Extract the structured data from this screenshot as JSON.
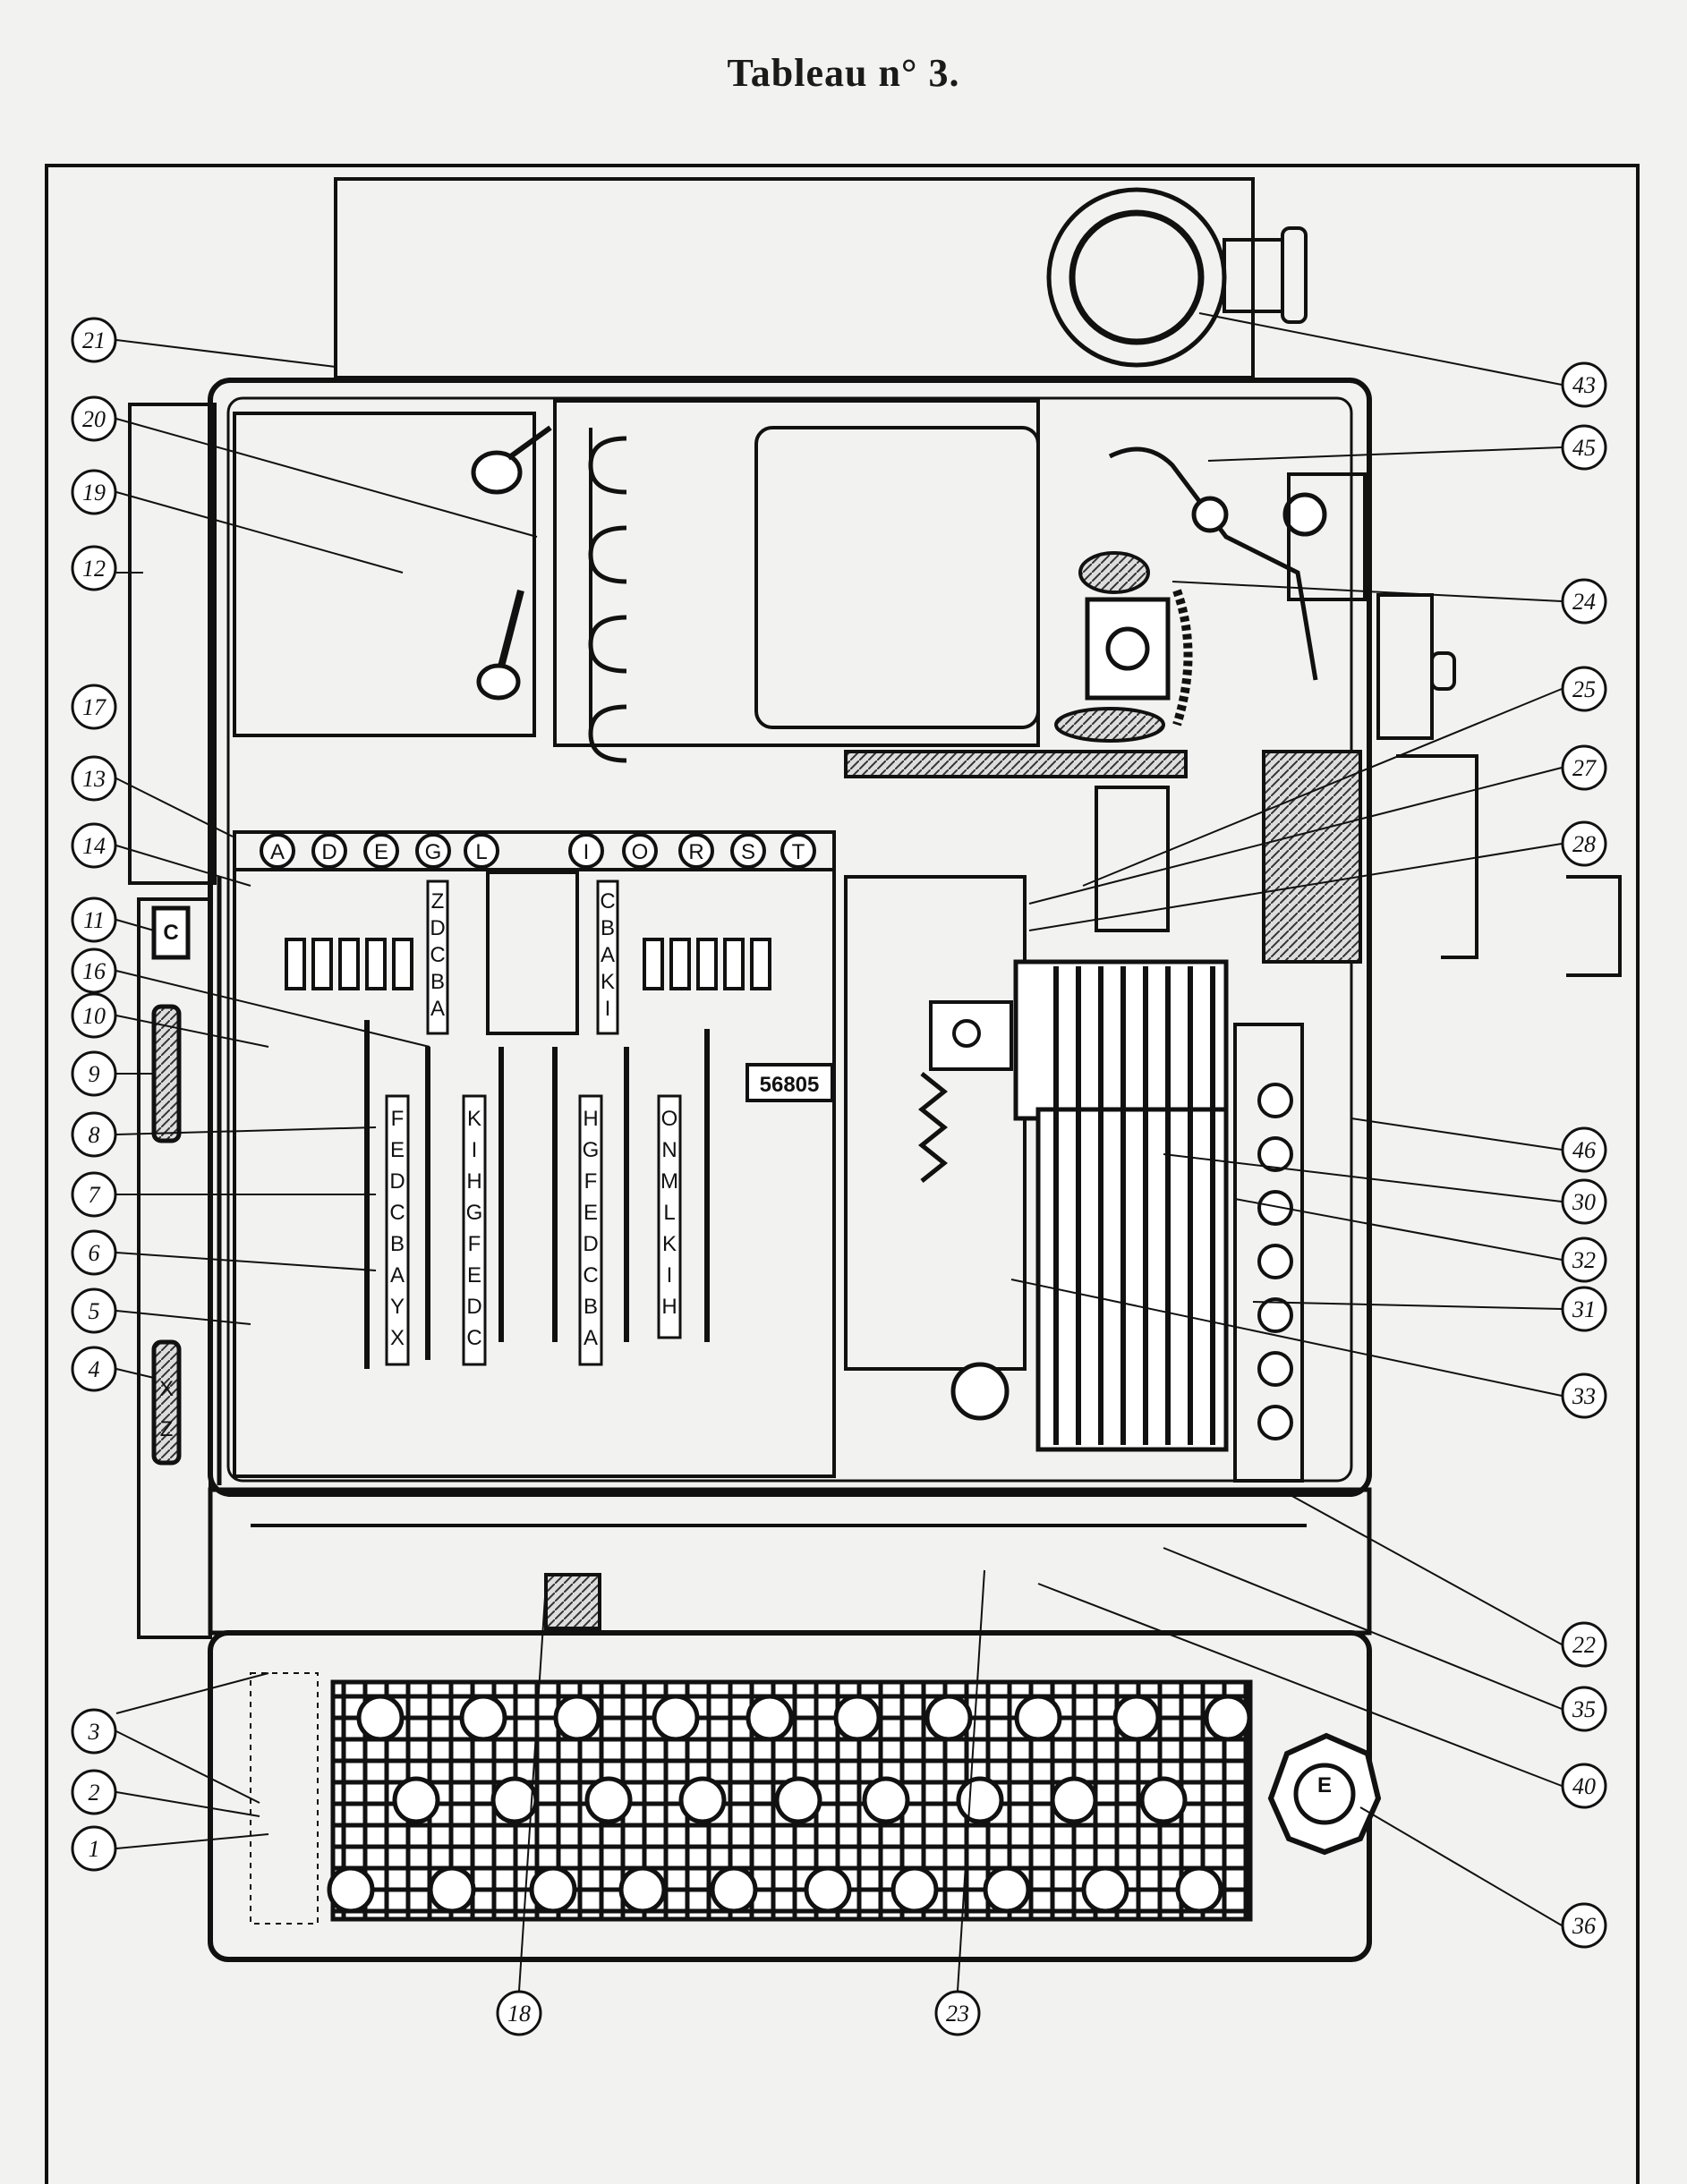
{
  "title": "Tableau n° 3.",
  "top_letters": [
    "A",
    "D",
    "E",
    "G",
    "L",
    "I",
    "O",
    "R",
    "S",
    "T"
  ],
  "left_strip_1": [
    "Z",
    "D",
    "C",
    "B",
    "A"
  ],
  "left_strip_2": [
    "C",
    "B",
    "A",
    "K",
    "I"
  ],
  "column_strips": [
    [
      "F",
      "E",
      "D",
      "C",
      "B",
      "A",
      "Y",
      "X"
    ],
    [
      "K",
      "I",
      "H",
      "G",
      "F",
      "E",
      "D",
      "C"
    ],
    [
      "H",
      "G",
      "F",
      "E",
      "D",
      "C",
      "B",
      "A"
    ],
    [
      "O",
      "N",
      "M",
      "L",
      "K",
      "I",
      "H"
    ]
  ],
  "counter": "56805",
  "wheel_letter": "C",
  "dial_letters": [
    "X",
    "Z"
  ],
  "knob_letter": "E",
  "callouts": {
    "c21": "21",
    "c20": "20",
    "c19": "19",
    "c12": "12",
    "c17": "17",
    "c13": "13",
    "c14": "14",
    "c11": "11",
    "c16": "16",
    "c10": "10",
    "c9": "9",
    "c8": "8",
    "c7": "7",
    "c6": "6",
    "c5": "5",
    "c4": "4",
    "c3": "3",
    "c2": "2",
    "c1": "1",
    "c43": "43",
    "c45": "45",
    "c24": "24",
    "c25": "25",
    "c27": "27",
    "c28": "28",
    "c46": "46",
    "c30": "30",
    "c32": "32",
    "c31": "31",
    "c33": "33",
    "c22": "22",
    "c35": "35",
    "c40": "40",
    "c36": "36",
    "c18": "18",
    "c23": "23"
  }
}
